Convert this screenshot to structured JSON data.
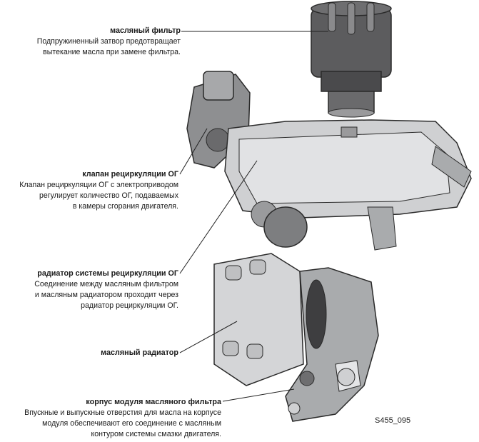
{
  "labels": {
    "oil_filter": {
      "title": "масляный фильтр",
      "lines": [
        "Подпружиненный затвор предотвращает",
        "вытекание масла при замене фильтра."
      ]
    },
    "egr_valve": {
      "title": "клапан рециркуляции ОГ",
      "lines": [
        "Клапан рециркуляции ОГ с электроприводом",
        "регулирует количество ОГ, подаваемых",
        "в камеры сгорания двигателя."
      ]
    },
    "egr_cooler": {
      "title": "радиатор системы рециркуляции ОГ",
      "lines": [
        "Соединение между масляным фильтром",
        "и масляным радиатором проходит через",
        "радиатор рециркуляции ОГ."
      ]
    },
    "oil_cooler": {
      "title": "масляный радиатор",
      "lines": []
    },
    "housing": {
      "title": "корпус модуля масляного фильтра",
      "lines": [
        "Впускные и выпускные отверстия для масла на корпусе",
        "модуля обеспечивают его соединение с масляным",
        "контуром системы смазки двигателя."
      ]
    }
  },
  "reference_code": "S455_095",
  "colors": {
    "dark_metal": "#5a5a5c",
    "light_metal": "#cfd0d2",
    "mid_metal": "#a9abad",
    "outline": "#2a2a2a",
    "leader": "#222222"
  }
}
